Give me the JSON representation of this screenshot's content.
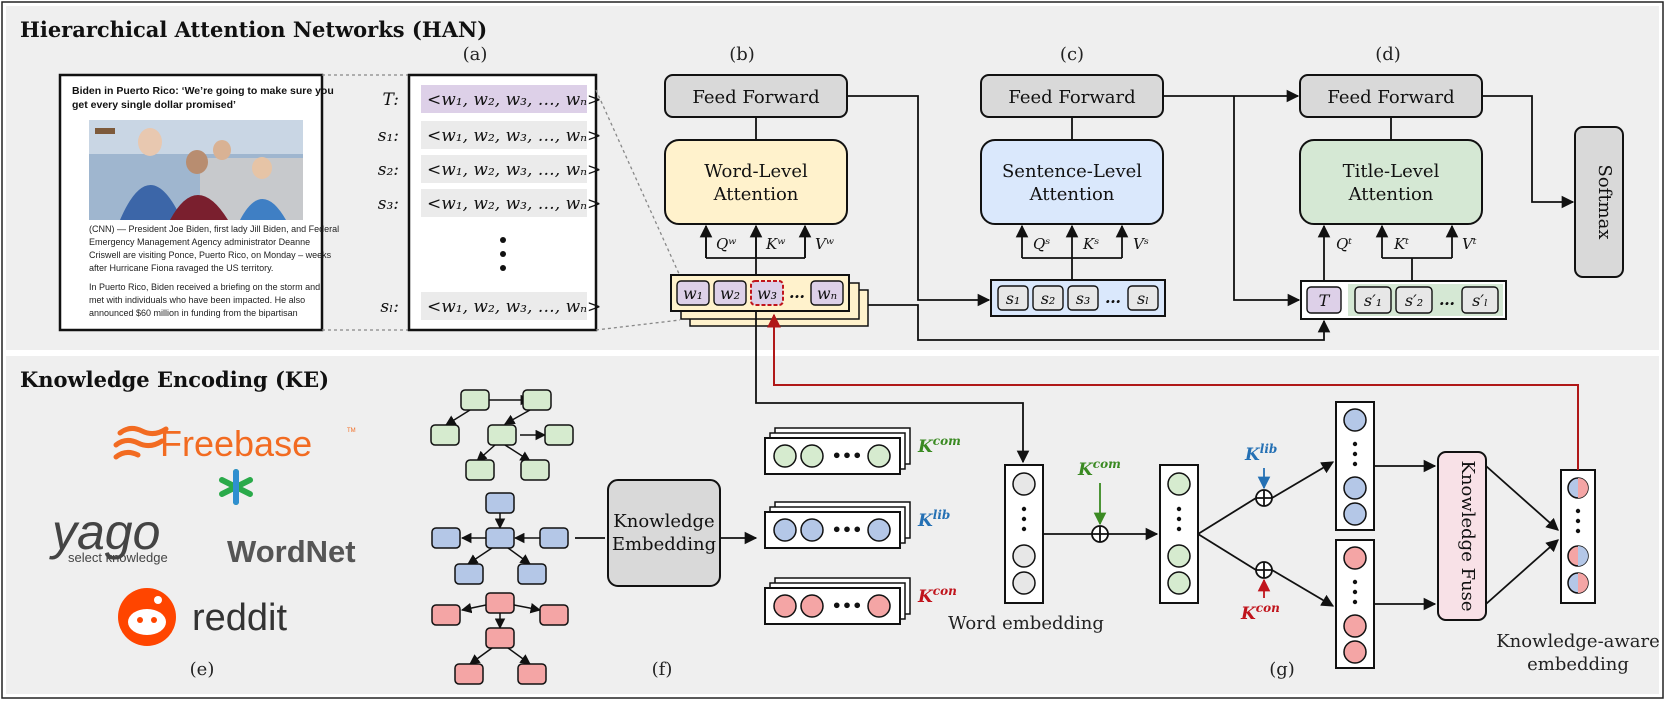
{
  "sections": {
    "han_title": "Hierarchical Attention Networks (HAN)",
    "ke_title": "Knowledge Encoding (KE)"
  },
  "panel_labels": {
    "a": "(a)",
    "b": "(b)",
    "c": "(c)",
    "d": "(d)",
    "e": "(e)",
    "f": "(f)",
    "g": "(g)"
  },
  "article": {
    "headline_1": "Biden in Puerto Rico: ‘We’re going to make sure you",
    "headline_2": "get every single dollar promised’",
    "body": [
      "(CNN) — President Joe Biden, first lady Jill Biden, and Federal",
      "Emergency Management Agency administrator Deanne",
      "Criswell are visiting Ponce, Puerto Rico, on Monday – weeks",
      "after Hurricane Fiona ravaged the US territory.",
      "In Puerto Rico, Biden received a briefing on the storm and",
      "met with individuals who have been impacted. He also",
      "announced $60 million in funding from the bipartisan"
    ]
  },
  "sequences": {
    "rows": [
      {
        "label": "T:",
        "seq": "<w₁, w₂, w₃, …, wₙ>",
        "highlight": true
      },
      {
        "label": "s₁:",
        "seq": "<w₁, w₂, w₃, …, wₙ>",
        "highlight": false
      },
      {
        "label": "s₂:",
        "seq": "<w₁, w₂, w₃, …, wₙ>",
        "highlight": false
      },
      {
        "label": "s₃:",
        "seq": "<w₁, w₂, w₃, …, wₙ>",
        "highlight": false
      },
      {
        "label": "sₗ:",
        "seq": "<w₁, w₂, w₃, …, wₙ>",
        "highlight": false
      }
    ]
  },
  "blocks": {
    "feed_forward": "Feed Forward",
    "word_attention": [
      "Word-Level",
      "Attention"
    ],
    "sentence_attention": [
      "Sentence-Level",
      "Attention"
    ],
    "title_attention": [
      "Title-Level",
      "Attention"
    ],
    "softmax": "Softmax",
    "knowledge_embedding": [
      "Knowledge",
      "Embedding"
    ],
    "knowledge_fuse": "Knowledge Fuse"
  },
  "qkv": {
    "word": [
      "Qʷ",
      "Kʷ",
      "Vʷ"
    ],
    "sentence": [
      "Qˢ",
      "Kˢ",
      "Vˢ"
    ],
    "title": [
      "Qᵗ",
      "Kᵗ",
      "Vᵗ"
    ]
  },
  "tokens": {
    "words": [
      "w₁",
      "w₂",
      "w₃",
      "…",
      "wₙ"
    ],
    "sentences": [
      "s₁",
      "s₂",
      "s₃",
      "…",
      "sₗ"
    ],
    "title_row": [
      "T",
      "s′₁",
      "s′₂",
      "…",
      "s′ₗ"
    ],
    "dots": "•••"
  },
  "knowledge": {
    "kcom": "K",
    "kcom_sup": "com",
    "klib": "K",
    "klib_sup": "lib",
    "kcon": "K",
    "kcon_sup": "con"
  },
  "captions": {
    "word_embedding": "Word embedding",
    "knowledge_aware_1": "Knowledge-aware",
    "knowledge_aware_2": "embedding"
  },
  "logos": {
    "freebase": "Freebase",
    "freebase_tm": "TM",
    "yago": "yago",
    "yago_sub": "select knowledge",
    "wordnet": "WordNet",
    "reddit": "reddit"
  },
  "colors": {
    "yellow": "#fff2cc",
    "blue": "#dae8fc",
    "green": "#d5e8d4",
    "gray": "#d9d9d9",
    "pink": "#f8e1e7",
    "node_green": "#d6ebcf",
    "node_blue": "#b4c7e7",
    "node_red": "#f4a5a5",
    "kcom": "#3a8a22",
    "klib": "#2470b4",
    "kcon": "#c0141c",
    "red_line": "#b01818",
    "freebase": "#f26b21",
    "reddit": "#ff4500"
  }
}
